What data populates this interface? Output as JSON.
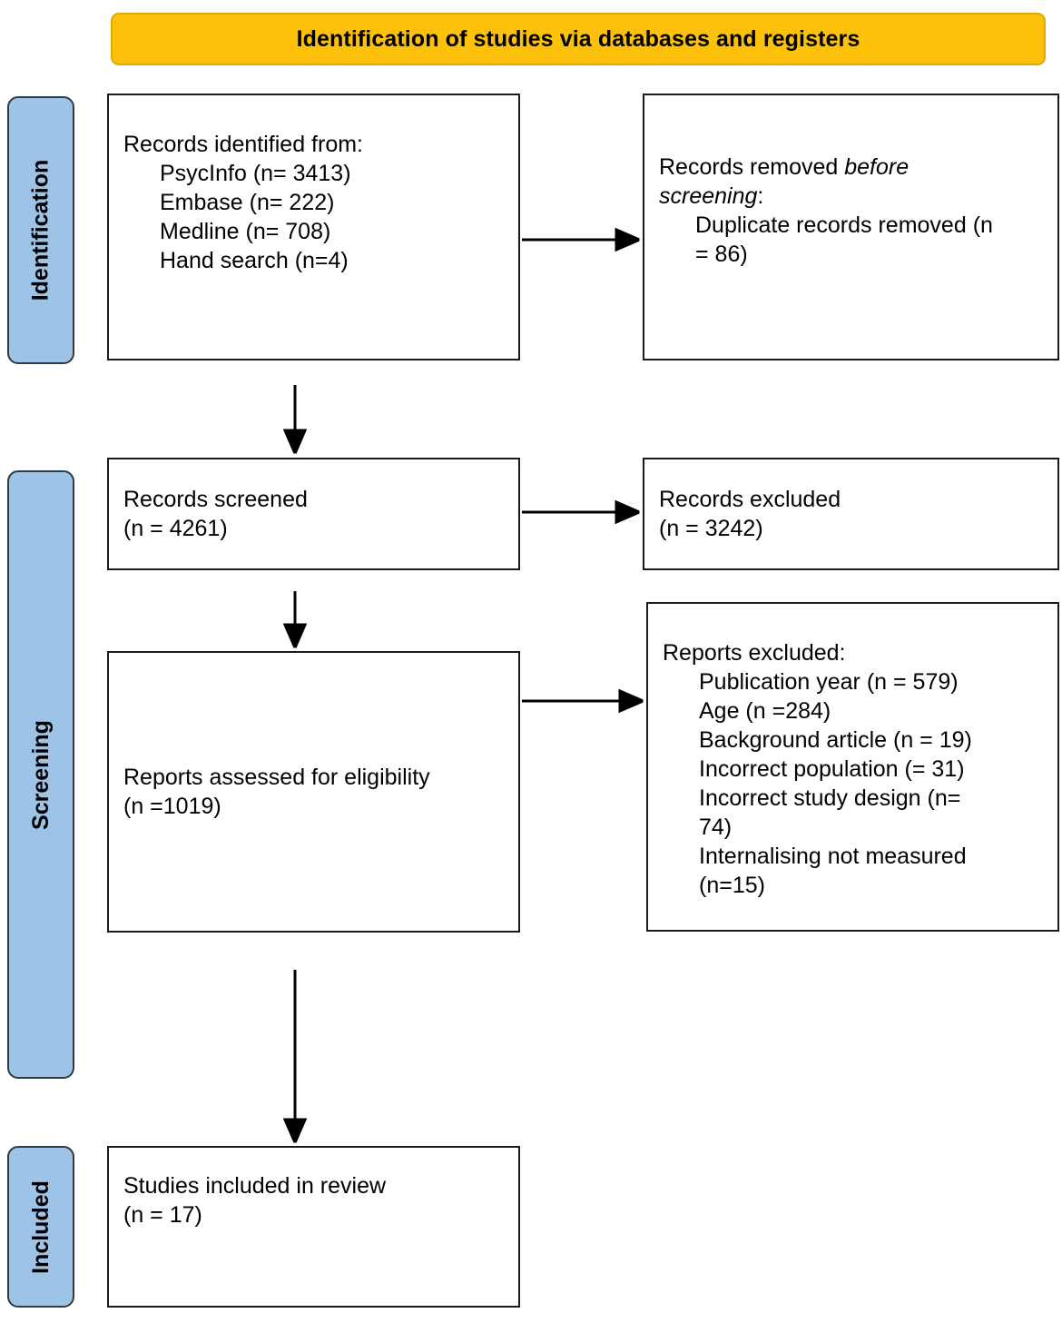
{
  "banner": {
    "title": "Identification of studies via databases and registers",
    "fill": "#FDC109",
    "border": "#E0A800"
  },
  "stages": {
    "fill": "#9DC3E6",
    "border": "#2E3A45",
    "identification": "Identification",
    "screening": "Screening",
    "included": "Included"
  },
  "boxes": {
    "identified": {
      "heading": "Records identified from:",
      "items": [
        "PsycInfo (n= 3413)",
        "Embase (n= 222)",
        "Medline (n= 708)",
        "Hand search (n=4)"
      ]
    },
    "removed": {
      "heading_pre": "Records removed ",
      "heading_italic": "before",
      "heading_line2_italic": "screening",
      "heading_line2_post": ":",
      "items": [
        "Duplicate records removed (n",
        "= 86)"
      ]
    },
    "screened": {
      "line1": "Records screened",
      "line2": "(n = 4261)"
    },
    "excluded": {
      "line1": "Records excluded",
      "line2": "(n = 3242)"
    },
    "eligibility": {
      "line1": "Reports assessed for eligibility",
      "line2": "(n =1019)"
    },
    "reports_excluded": {
      "heading": "Reports excluded:",
      "items": [
        "Publication year (n = 579)",
        "Age (n =284)",
        "Background article (n = 19)",
        "Incorrect population (= 31)",
        "Incorrect study design (n=",
        "74)",
        "Internalising not measured",
        "(n=15)"
      ]
    },
    "included": {
      "line1": "Studies included in review",
      "line2": "(n = 17)"
    }
  },
  "connectors": {
    "arrow_color": "#000000",
    "labels": {
      "identified_to_removed": "arrow-identified-to-removed",
      "identified_to_screened": "arrow-identified-to-screened",
      "screened_to_excluded": "arrow-screened-to-excluded",
      "screened_to_eligibility": "arrow-screened-to-eligibility",
      "eligibility_to_reports_excluded": "arrow-eligibility-to-reports-excluded",
      "eligibility_to_included": "arrow-eligibility-to-included"
    }
  }
}
